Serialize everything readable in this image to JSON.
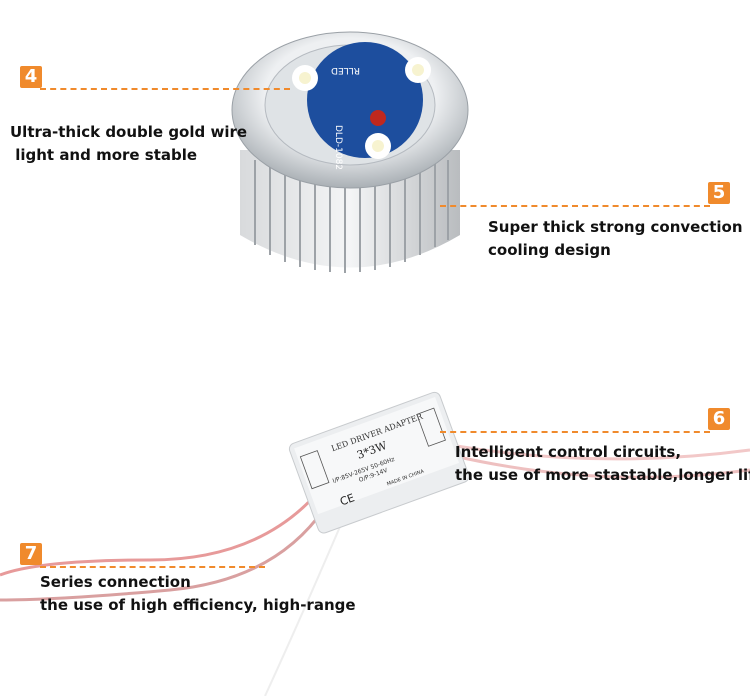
{
  "callouts": [
    {
      "number": "4",
      "lines": [
        "Ultra-thick double gold wire",
        " light and more stable"
      ]
    },
    {
      "number": "5",
      "lines": [
        "Super thick strong convection",
        "cooling design"
      ]
    },
    {
      "number": "6",
      "lines": [
        "Intelligent control circuits,",
        "the use of more stastable,longer life"
      ]
    },
    {
      "number": "7",
      "lines": [
        "Series connection",
        "the use of high efficiency, high-range"
      ]
    }
  ],
  "led_board": {
    "label": "RLLED",
    "model": "DLD-1082"
  },
  "driver": {
    "title": "LED DRIVER ADAPTER",
    "rating": "3*3W",
    "input": "I/P:85V-265V 50-60Hz",
    "output": "O/P:9-14V",
    "origin": "MADE IN CHINA",
    "mark": "CE"
  },
  "colors": {
    "accent": "#f08a2c"
  }
}
